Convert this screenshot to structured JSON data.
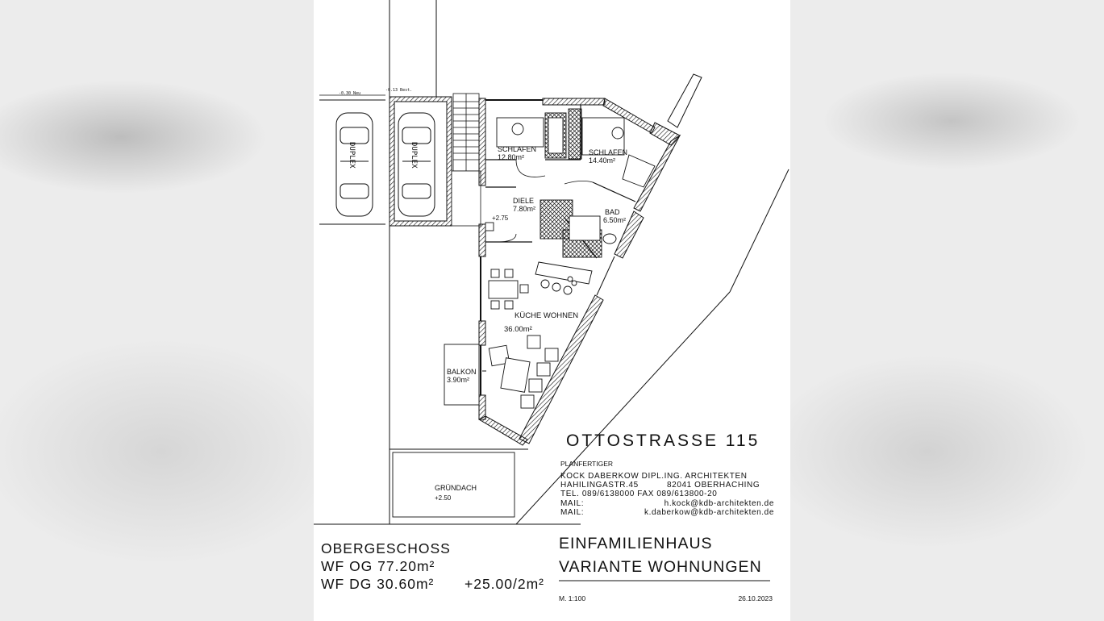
{
  "rooms": {
    "schlafen1": {
      "name": "SCHLAFEN",
      "area": "12.80m²"
    },
    "schlafen2": {
      "name": "SCHLAFEN",
      "area": "14.40m²"
    },
    "diele": {
      "name": "DIELE",
      "area": "7.80m²"
    },
    "bad": {
      "name": "BAD",
      "area": "6.50m²"
    },
    "kueche": {
      "name": "KÜCHE WOHNEN",
      "area": "36.00m²"
    },
    "balkon": {
      "name": "BALKON",
      "area": "3.90m²"
    },
    "gruendach": {
      "name": "GRÜNDACH",
      "level": "+2.50"
    }
  },
  "levels": {
    "stair": "+2.75",
    "neu": "-0.30 Neu",
    "best": "-0.13 Best."
  },
  "cars": {
    "left": "DUPLEX",
    "right": "DUPLEX"
  },
  "title_block": {
    "street": "OTTOSTRASSE 115",
    "planfertiger_label": "PLANFERTIGER",
    "firm": "KOCK DABERKOW DIPL.ING. ARCHITEKTEN",
    "address_street": "HAHILINGASTR.45",
    "address_city": "82041 OBERHACHING",
    "tel": "TEL. 089/6138000  FAX 089/613800-20",
    "mail_label": "MAIL:",
    "mail1": "h.kock@kdb-architekten.de",
    "mail2": "k.daberkow@kdb-architekten.de",
    "project_line1": "EINFAMILIENHAUS",
    "project_line2": "VARIANTE WOHNUNGEN",
    "scale": "M. 1:100",
    "date": "26.10.2023"
  },
  "floor_info": {
    "floor": "OBERGESCHOSS",
    "wf_og": "WF OG 77.20m²",
    "wf_dg": "WF DG 30.60m²",
    "extra": "+25.00/2m²"
  }
}
